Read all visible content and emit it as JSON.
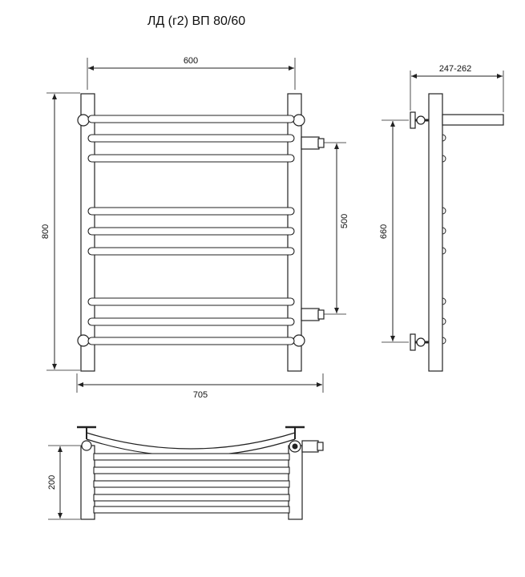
{
  "title": "ЛД (г2) ВП 80/60",
  "dimensions": {
    "width": "600",
    "height": "800",
    "total_width": "705",
    "center_distance": "500",
    "side_mount_depth": "247-262",
    "side_height": "660",
    "shelf_depth": "200"
  }
}
